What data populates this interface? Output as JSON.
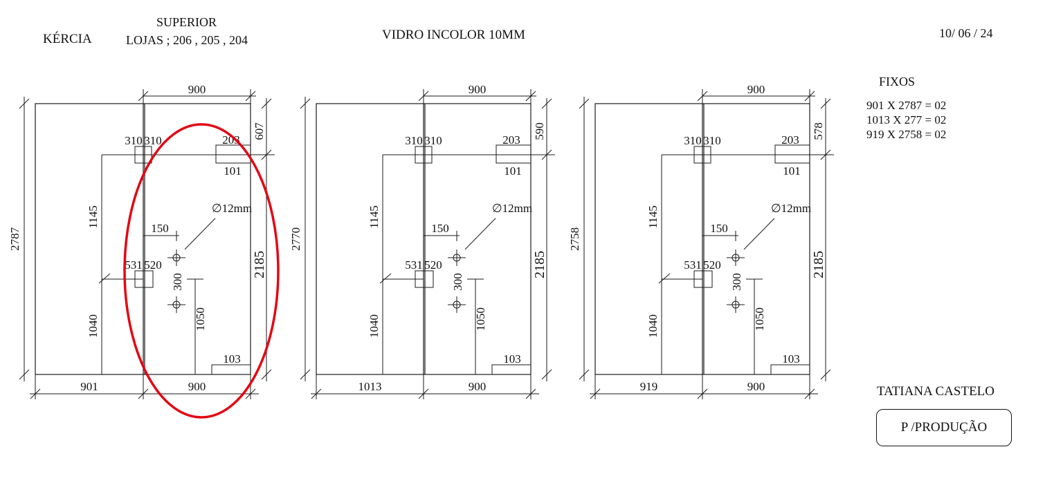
{
  "header": {
    "client": "KÉRCIA",
    "location_line1": "SUPERIOR",
    "location_line2": "LOJAS ; 206 , 205 , 204",
    "material": "VIDRO INCOLOR 10MM",
    "date": "10/ 06 / 24"
  },
  "fixos": {
    "title": "FIXOS",
    "items": [
      "901 X 2787 = 02",
      "1013 X 277 = 02",
      "919 X 2758 = 02"
    ]
  },
  "signature": {
    "name": "TATIANA CASTELO",
    "stamp": "P /PRODUÇÃO"
  },
  "colors": {
    "line": "#1a1a1a",
    "highlight": "#e30613"
  },
  "panels": [
    {
      "left_width": "901",
      "right_width": "900",
      "top_width": "900",
      "total_height": "2787",
      "right_height": "2185",
      "top_right_height": "607",
      "hinge_left": "310",
      "hinge_right": "310",
      "handle_top": "203",
      "handle_bottom": "101",
      "dim_1145": "1145",
      "dim_150": "150",
      "hole": "∅12mm",
      "lock_left": "531",
      "lock_right": "520",
      "dim_300": "300",
      "dim_1040": "1040",
      "dim_1050": "1050",
      "dim_103": "103"
    },
    {
      "left_width": "1013",
      "right_width": "900",
      "top_width": "900",
      "total_height": "2770",
      "right_height": "2185",
      "top_right_height": "590",
      "hinge_left": "310",
      "hinge_right": "310",
      "handle_top": "203",
      "handle_bottom": "101",
      "dim_1145": "1145",
      "dim_150": "150",
      "hole": "∅12mm",
      "lock_left": "531",
      "lock_right": "520",
      "dim_300": "300",
      "dim_1040": "1040",
      "dim_1050": "1050",
      "dim_103": "103"
    },
    {
      "left_width": "919",
      "right_width": "900",
      "top_width": "900",
      "total_height": "2758",
      "right_height": "2185",
      "top_right_height": "578",
      "hinge_left": "310",
      "hinge_right": "310",
      "handle_top": "203",
      "handle_bottom": "101",
      "dim_1145": "1145",
      "dim_150": "150",
      "hole": "∅12mm",
      "lock_left": "531",
      "lock_right": "520",
      "dim_300": "300",
      "dim_1040": "1040",
      "dim_1050": "1050",
      "dim_103": "103"
    }
  ]
}
